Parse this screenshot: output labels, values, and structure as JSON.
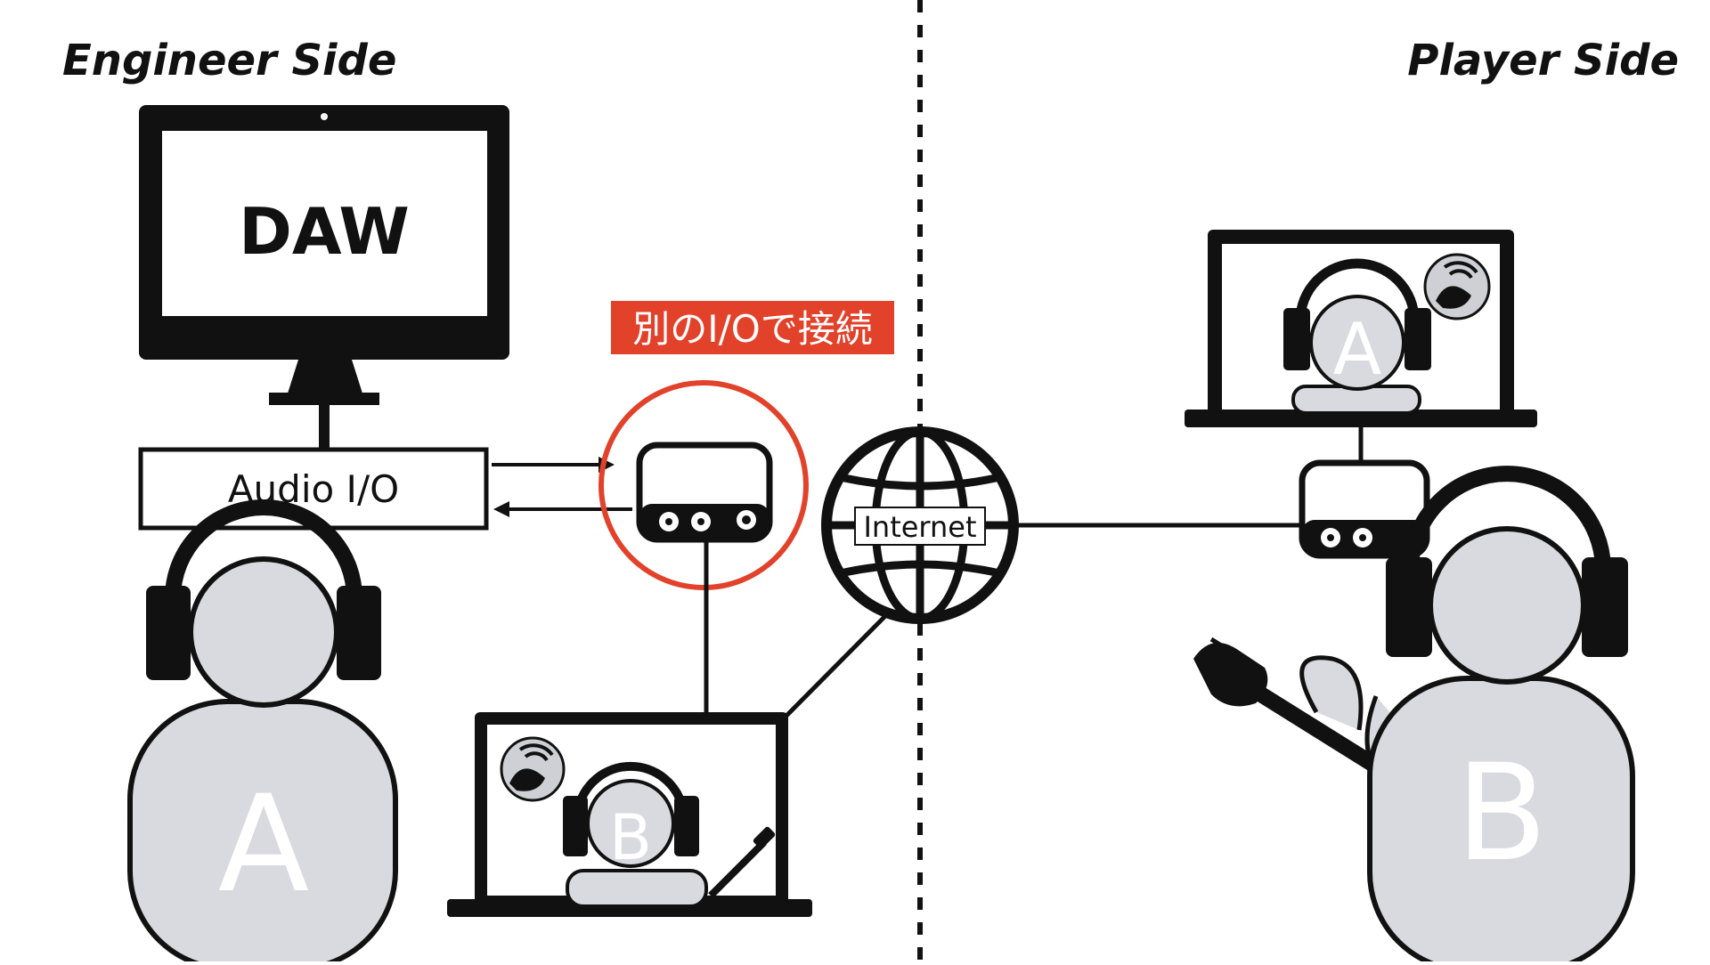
{
  "engineer_side": {
    "title": "Engineer Side"
  },
  "player_side": {
    "title": "Player Side"
  },
  "monitor": {
    "screen_text": "DAW"
  },
  "audio_io": {
    "label": "Audio I/O"
  },
  "callout": {
    "text": "別のI/Oで接続",
    "background": "#e2412a",
    "circle_color": "#e2412a"
  },
  "globe": {
    "label": "Internet"
  },
  "person_a": {
    "letter": "A"
  },
  "person_b": {
    "letter": "B"
  },
  "colors": {
    "ink": "#111111",
    "skin": "#d9dadf",
    "accent": "#e2412a"
  },
  "icons": [
    "monitor-icon",
    "audio-interface-icon",
    "globe-icon",
    "laptop-icon",
    "headphones-icon",
    "guitar-icon",
    "app-logo-icon"
  ]
}
